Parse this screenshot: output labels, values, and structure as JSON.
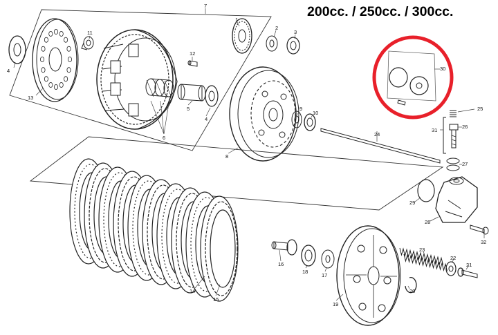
{
  "title": "200cc. / 250cc. / 300cc.",
  "highlight_color": "#e8202a",
  "part_numbers": {
    "p1": "1",
    "p2": "2",
    "p3": "3",
    "p4": "4",
    "p5": "5",
    "p6": "6",
    "p7": "7",
    "p8": "8",
    "p9": "9",
    "p10": "10",
    "p11": "11",
    "p12": "12",
    "p13": "13",
    "p14": "14",
    "p15": "15",
    "p16": "16",
    "p17": "17",
    "p18": "18",
    "p19": "19",
    "p20": "20",
    "p21": "21",
    "p22": "22",
    "p23": "23",
    "p24": "24",
    "p25": "25",
    "p26": "26",
    "p27": "27",
    "p28": "28",
    "p29": "29",
    "p30": "30",
    "p31": "31",
    "p32": "32"
  }
}
